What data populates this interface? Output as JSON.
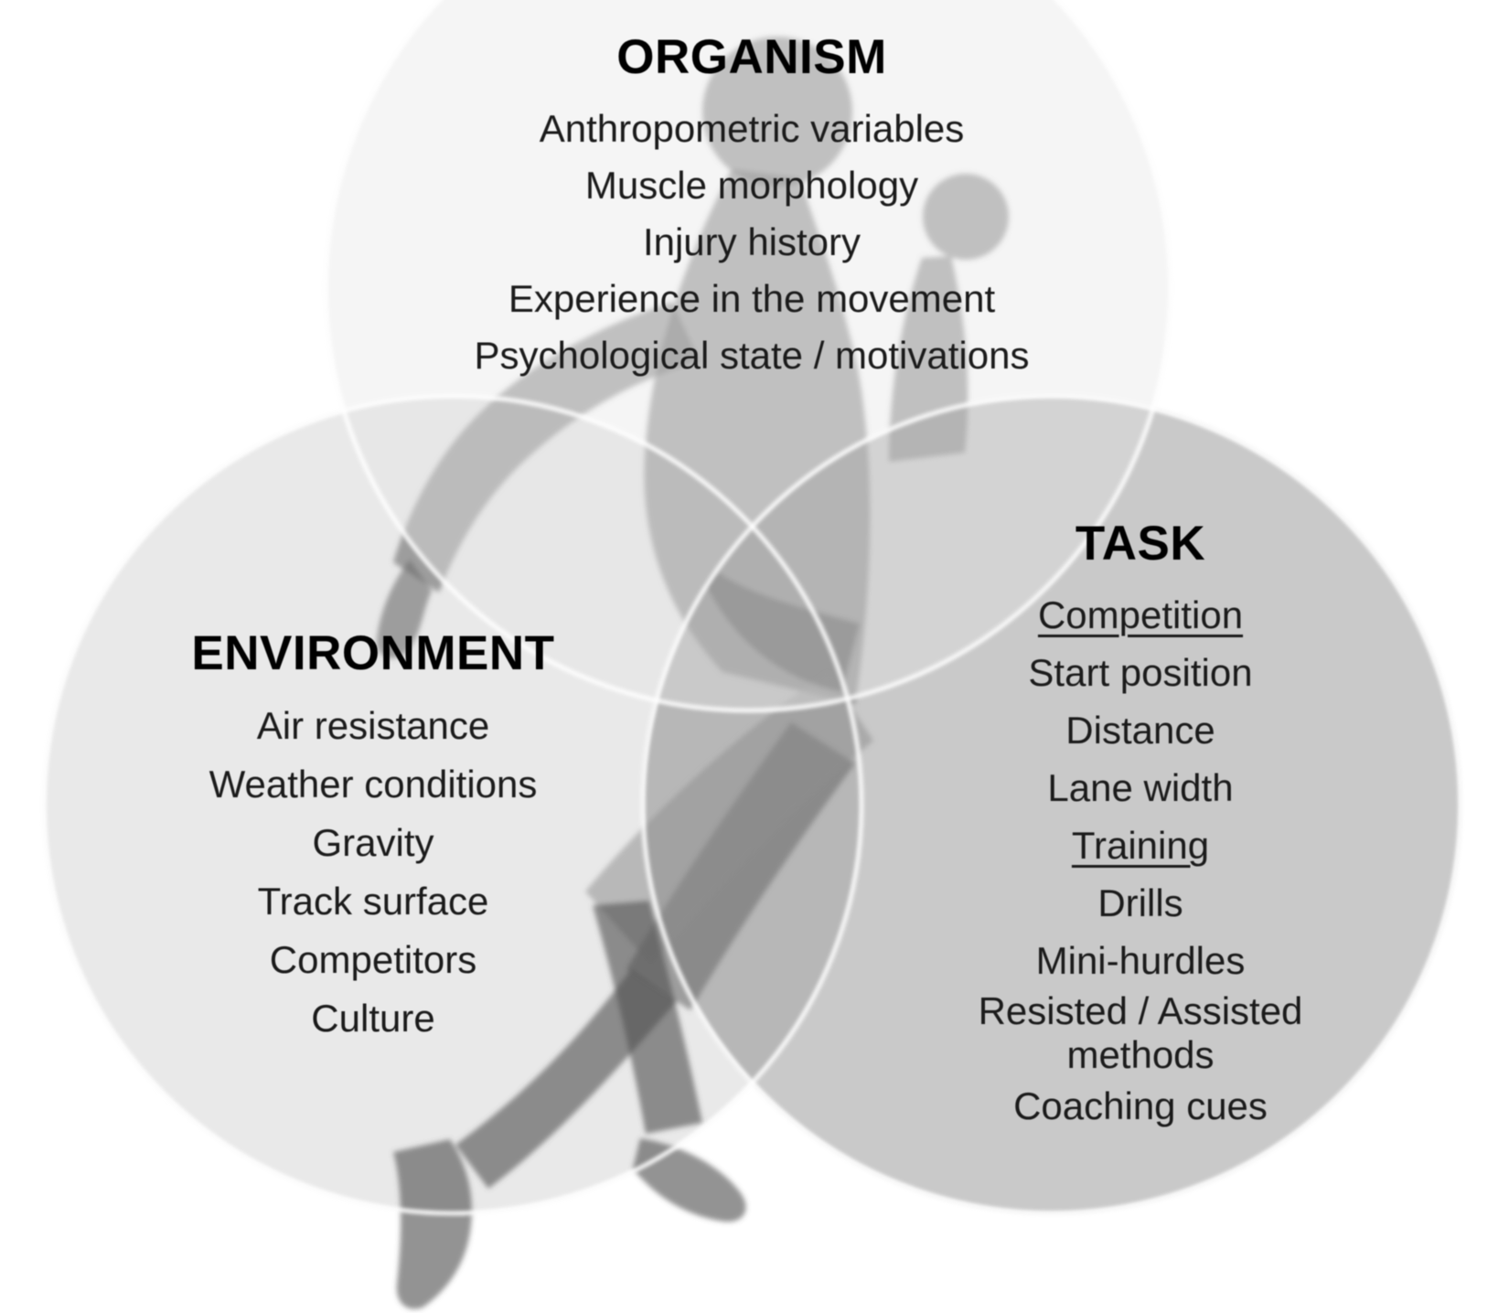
{
  "figure": {
    "type": "venn-diagram",
    "background_color": "#ffffff",
    "outline_color": "#ffffff",
    "text_color": "#1b1b1b",
    "runner_icon_color": "#6e6e6e",
    "runner_icon_dark_color": "#525252",
    "runner_icon_light_color": "#909090",
    "circles": {
      "organism": {
        "title": "ORGANISM",
        "fill": "#f0f0f0",
        "items": [
          {
            "label": "Anthropometric variables"
          },
          {
            "label": "Muscle morphology"
          },
          {
            "label": "Injury history"
          },
          {
            "label": "Experience in the movement"
          },
          {
            "label": "Psychological state / motivations"
          }
        ]
      },
      "environment": {
        "title": "ENVIRONMENT",
        "fill": "#e9e9e9",
        "items": [
          {
            "label": "Air resistance"
          },
          {
            "label": "Weather conditions"
          },
          {
            "label": "Gravity"
          },
          {
            "label": "Track surface"
          },
          {
            "label": "Competitors"
          },
          {
            "label": "Culture"
          }
        ]
      },
      "task": {
        "title": "TASK",
        "fill": "#c9c9c9",
        "items": [
          {
            "label": "Competition",
            "underlined": true
          },
          {
            "label": "Start position"
          },
          {
            "label": "Distance"
          },
          {
            "label": "Lane width"
          },
          {
            "label": "Training",
            "underlined": true
          },
          {
            "label": "Drills"
          },
          {
            "label": "Mini-hurdles"
          },
          {
            "label": "Resisted / Assisted methods",
            "two_line": true
          },
          {
            "label": "Coaching cues"
          }
        ]
      }
    }
  }
}
